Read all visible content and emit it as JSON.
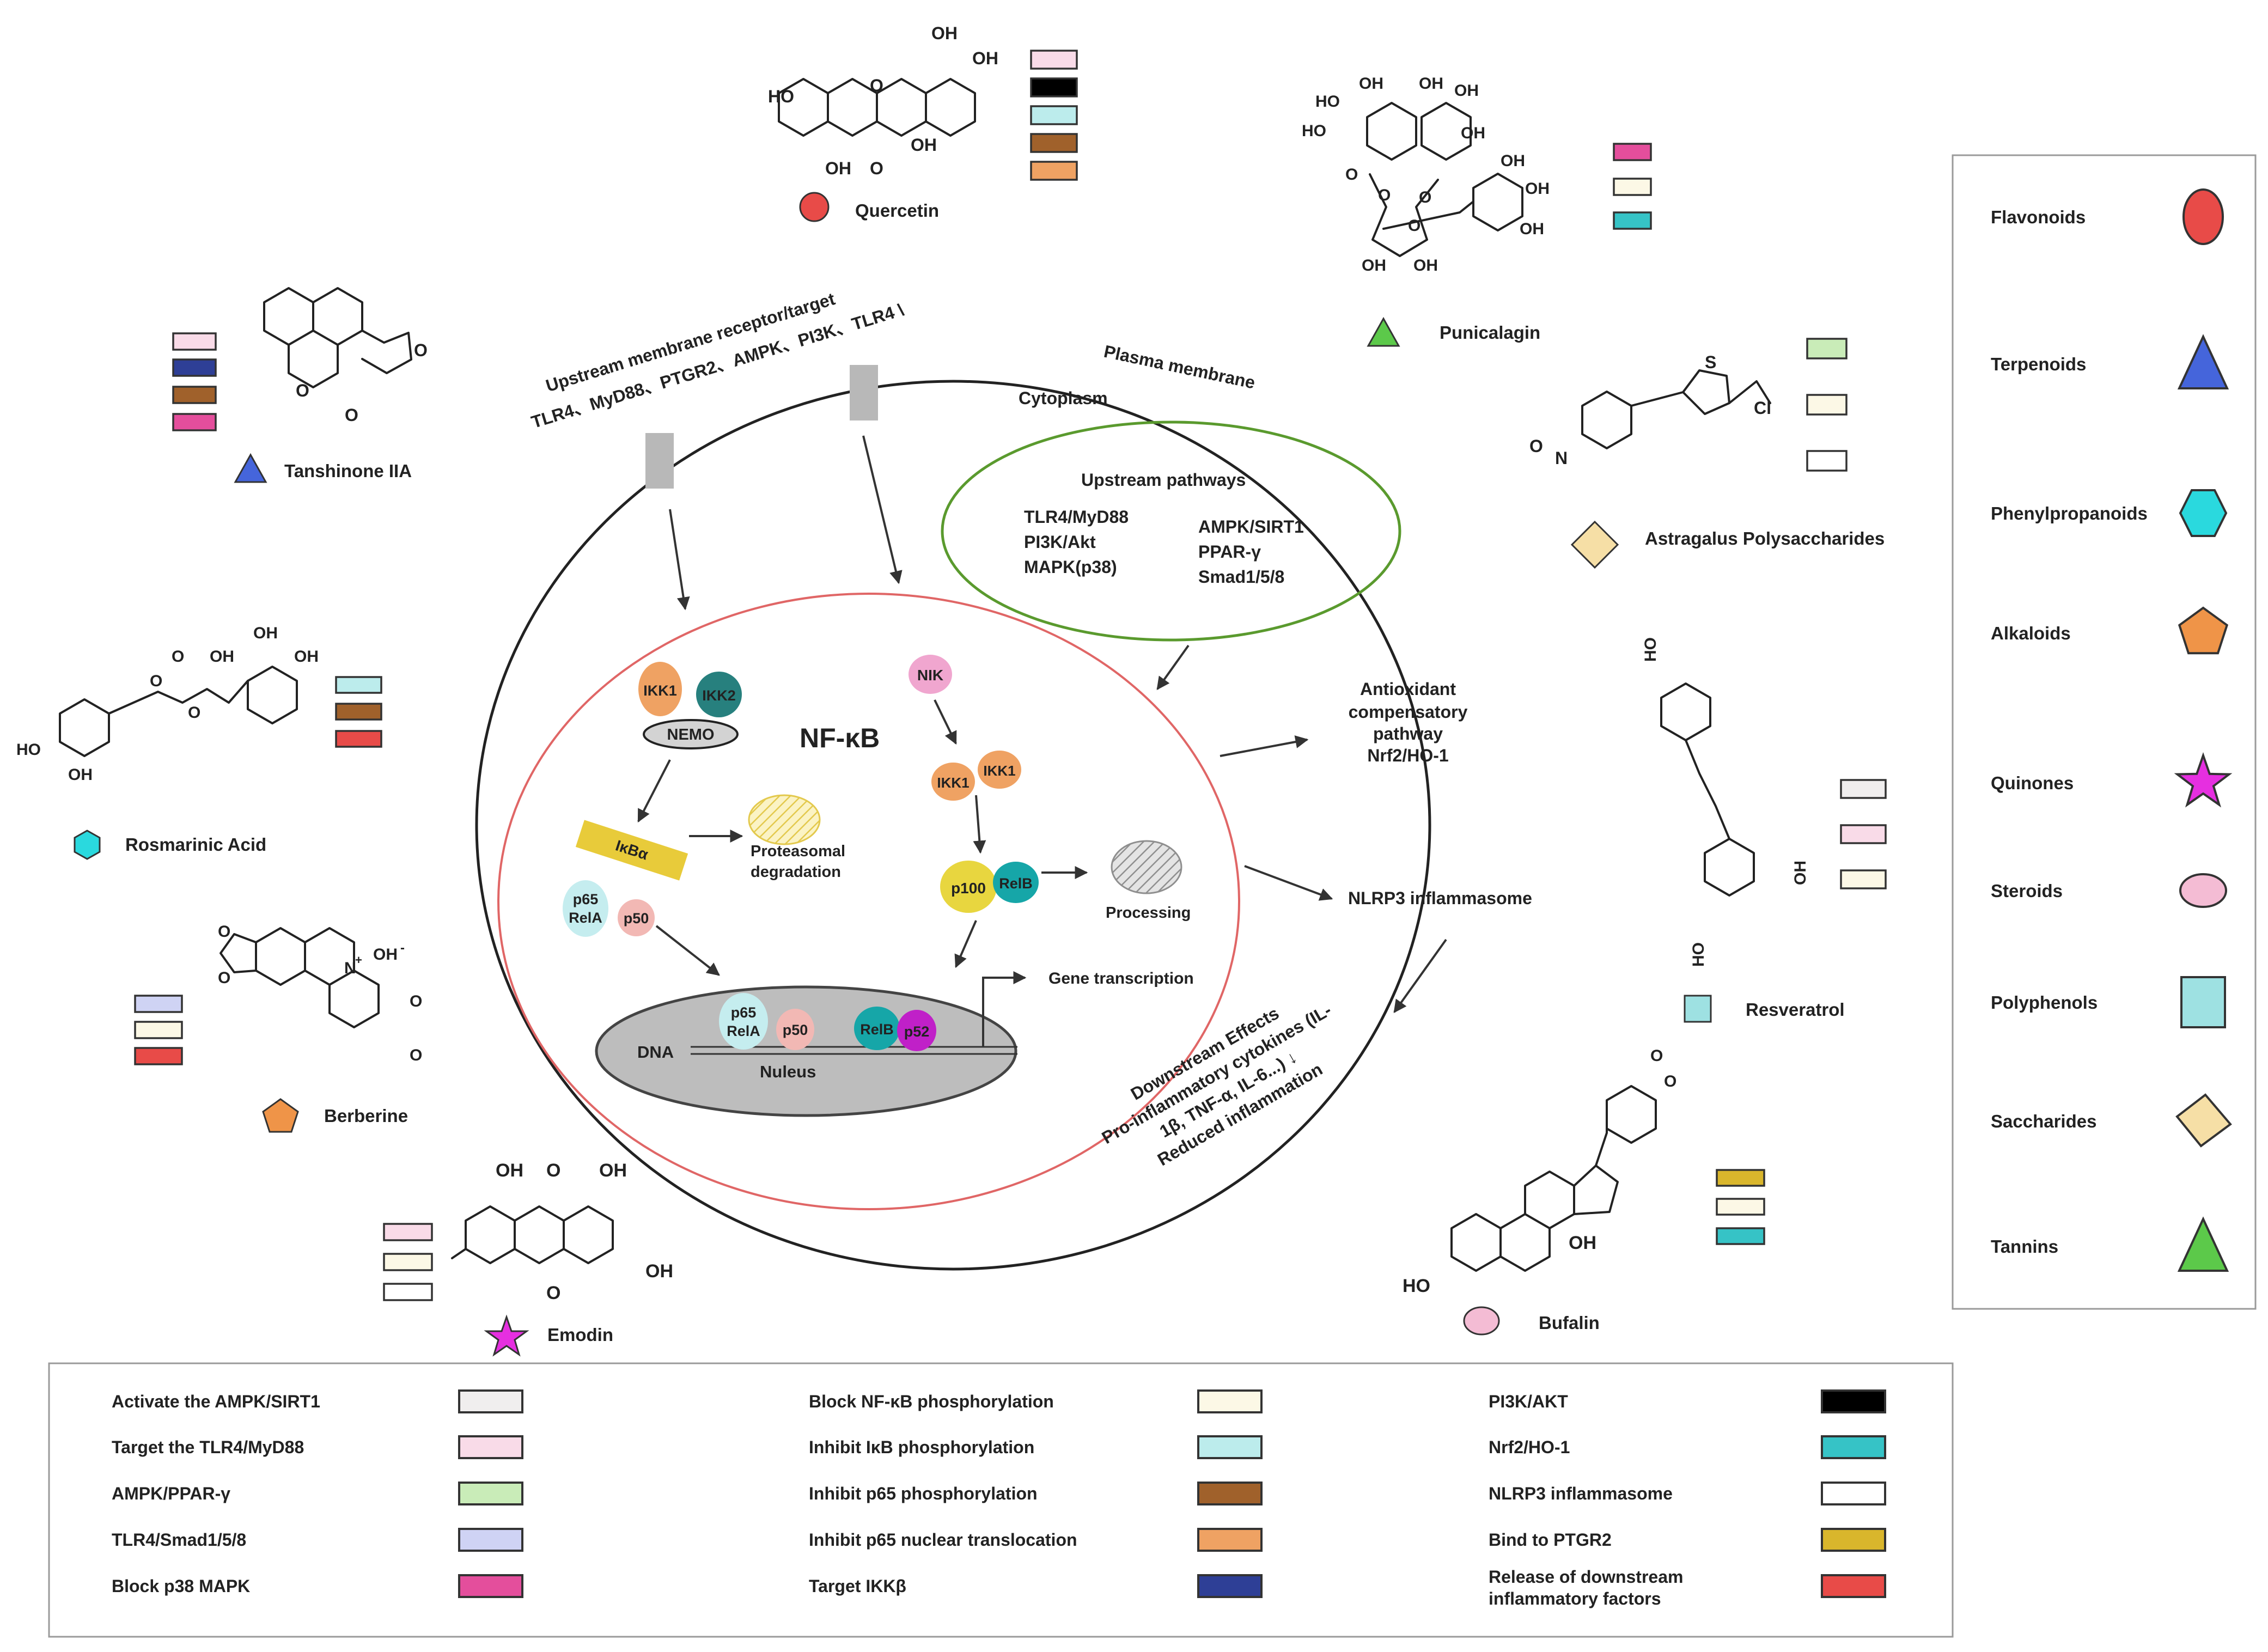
{
  "diagram": {
    "title": "NF-κB",
    "labels": {
      "plasma_membrane": "Plasma membrane",
      "cytoplasm": "Cytoplasm",
      "upstream_receptor_line1": "Upstream membrane receptor/target",
      "upstream_receptor_line2": "TLR4、MyD88、PTGR2、AMPK、PI3K、TLR4 \\",
      "upstream_pathways_title": "Upstream pathways",
      "upstream_pathways_left": [
        "TLR4/MyD88",
        "PI3K/Akt",
        "MAPK(p38)"
      ],
      "upstream_pathways_right": [
        "AMPK/SIRT1",
        "PPAR-γ",
        "Smad1/5/8"
      ],
      "antioxidant": [
        "Antioxidant",
        "compensatory",
        "pathway",
        "Nrf2/HO-1"
      ],
      "nlrp3": "NLRP3 inflammasome",
      "downstream": [
        "Downstream Effects",
        "Pro-inflammatory cytokines (IL-",
        "1β, TNF-α, IL-6...) ↓",
        "Reduced inflammation"
      ],
      "proteasomal": [
        "Proteasomal",
        "degradation"
      ],
      "processing": "Processing",
      "gene_transcription": "Gene transcription",
      "dna": "DNA",
      "nucleus": "Nuleus"
    },
    "proteins": {
      "ikk1": "IKK1",
      "ikk2": "IKK2",
      "nemo": "NEMO",
      "ikba": "IκBα",
      "p65": "p65",
      "rela": "RelA",
      "p50": "p50",
      "nik": "NIK",
      "p100": "p100",
      "relb": "RelB",
      "p52": "p52"
    }
  },
  "compounds": [
    {
      "name": "Quercetin",
      "class": "Flavonoids",
      "colors": [
        "#f9dbe8",
        "#000000",
        "#bcecec",
        "#a0612b",
        "#efa263"
      ]
    },
    {
      "name": "Punicalagin",
      "class": "Tannins",
      "colors": [
        "#e44e9c",
        "#fcf8e6",
        "#36c3c6"
      ]
    },
    {
      "name": "Tanshinone IIA",
      "class": "Terpenoids",
      "colors": [
        "#f9dbe8",
        "#2e3f96",
        "#a0612b",
        "#e44e9c"
      ]
    },
    {
      "name": "Astragalus Polysaccharides",
      "class": "Saccharides",
      "colors": [
        "#c9ecb8",
        "#fcf8e6",
        "#ffffff"
      ]
    },
    {
      "name": "Rosmarinic Acid",
      "class": "Phenylpropanoids",
      "colors": [
        "#bcecec",
        "#a0612b",
        "#e84b48"
      ]
    },
    {
      "name": "Resveratrol",
      "class": "Polyphenols",
      "colors": [
        "#f0eeee",
        "#f9dbe8",
        "#fcf8e6"
      ]
    },
    {
      "name": "Berberine",
      "class": "Alkaloids",
      "colors": [
        "#cfd3f4",
        "#fcf8e6",
        "#e84b48"
      ]
    },
    {
      "name": "Emodin",
      "class": "Quinones",
      "colors": [
        "#f9dbe8",
        "#fcf8e6",
        "#ffffff"
      ]
    },
    {
      "name": "Bufalin",
      "class": "Steroids",
      "colors": [
        "#d9b62c",
        "#fcf8e6",
        "#36c3c6"
      ]
    }
  ],
  "chem_labels": {
    "quercetin": [
      "OH",
      "OH",
      "HO",
      "O",
      "OH",
      "OH",
      "O"
    ],
    "punicalagin": [
      "HO",
      "OH",
      "OH",
      "OH",
      "HO",
      "OH",
      "OH",
      "O",
      "O",
      "OH",
      "OH",
      "O",
      "O",
      "OH",
      "OH"
    ],
    "tanshinone": [
      "O",
      "O",
      "O"
    ],
    "astragalus": [
      "S",
      "Cl",
      "O",
      "N"
    ],
    "rosmarinic": [
      "OH",
      "OH",
      "O",
      "OH",
      "O",
      "O",
      "HO",
      "OH"
    ],
    "resveratrol": [
      "HO",
      "OH",
      "HO"
    ],
    "berberine": [
      "O",
      "O",
      "N",
      "+",
      "OH",
      "-",
      "O",
      "O"
    ],
    "emodin": [
      "OH",
      "O",
      "OH",
      "O",
      "OH"
    ],
    "bufalin": [
      "O",
      "O",
      "OH",
      "HO"
    ]
  },
  "class_legend": [
    {
      "label": "Flavonoids",
      "shape": "circle",
      "color": "#e84b48"
    },
    {
      "label": "Terpenoids",
      "shape": "triangle",
      "color": "#4565db"
    },
    {
      "label": "Phenylpropanoids",
      "shape": "hexagon",
      "color": "#2ad9de"
    },
    {
      "label": "Alkaloids",
      "shape": "pentagon",
      "color": "#ef9448"
    },
    {
      "label": "Quinones",
      "shape": "star",
      "color": "#e62fe0"
    },
    {
      "label": "Steroids",
      "shape": "ellipse",
      "color": "#f4bcd4"
    },
    {
      "label": "Polyphenols",
      "shape": "square",
      "color": "#9ee1e2"
    },
    {
      "label": "Saccharides",
      "shape": "diamond",
      "color": "#f6dfa6"
    },
    {
      "label": "Tannins",
      "shape": "triangle",
      "color": "#5cc94a"
    }
  ],
  "mechanism_legend": [
    {
      "label": "Activate the AMPK/SIRT1",
      "color": "#f0eeee"
    },
    {
      "label": "Target the TLR4/MyD88",
      "color": "#f9dbe8"
    },
    {
      "label": "AMPK/PPAR-γ",
      "color": "#c9ecb8"
    },
    {
      "label": "TLR4/Smad1/5/8",
      "color": "#cfd3f4"
    },
    {
      "label": "Block p38 MAPK",
      "color": "#e44e9c"
    },
    {
      "label": "Block NF-κB phosphorylation",
      "color": "#fcf8e6"
    },
    {
      "label": "Inhibit IκB phosphorylation",
      "color": "#bcecec"
    },
    {
      "label": "Inhibit p65 phosphorylation",
      "color": "#a0612b"
    },
    {
      "label": "Inhibit p65 nuclear translocation",
      "color": "#efa263"
    },
    {
      "label": "Target IKKβ",
      "color": "#2e3f96"
    },
    {
      "label": "PI3K/AKT",
      "color": "#000000"
    },
    {
      "label": "Nrf2/HO-1",
      "color": "#36c3c6"
    },
    {
      "label": "NLRP3 inflammasome",
      "color": "#ffffff"
    },
    {
      "label": "Bind to PTGR2",
      "color": "#d9b62c"
    },
    {
      "label": "Release of downstream",
      "color": "#e84b48",
      "label2": "inflammatory factors"
    }
  ],
  "colors": {
    "membrane_circle": "#e06666",
    "upstream_ellipse": "#5a9a2e",
    "nucleus": "#bdbdbd",
    "receptor": "#b8b8b8"
  }
}
